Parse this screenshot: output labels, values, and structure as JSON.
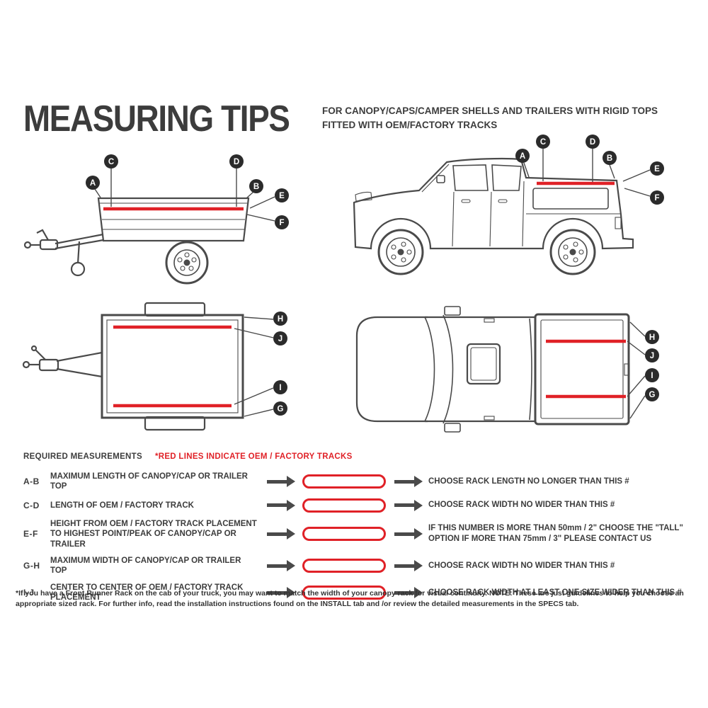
{
  "colors": {
    "red": "#e02127",
    "ink": "#3c3c3c",
    "line": "#4a4a4a"
  },
  "header": {
    "title": "MEASURING TIPS",
    "subtitle_line1": "FOR CANOPY/CAPS/CAMPER SHELLS AND TRAILERS WITH RIGID TOPS",
    "subtitle_line2": "FITTED WITH OEM/FACTORY TRACKS"
  },
  "diagram_labels": {
    "side": {
      "A": "A",
      "B": "B",
      "C": "C",
      "D": "D",
      "E": "E",
      "F": "F"
    },
    "top": {
      "G": "G",
      "H": "H",
      "I": "I",
      "J": "J"
    }
  },
  "legend": {
    "required": "REQUIRED MEASUREMENTS",
    "red_note": "*RED LINES INDICATE OEM / FACTORY TRACKS"
  },
  "measurements": [
    {
      "key": "A-B",
      "label": "MAXIMUM LENGTH OF CANOPY/CAP OR TRAILER TOP",
      "result": "CHOOSE RACK LENGTH NO LONGER THAN THIS #"
    },
    {
      "key": "C-D",
      "label": "LENGTH OF OEM / FACTORY TRACK",
      "result": "CHOOSE RACK WIDTH NO WIDER THAN THIS #"
    },
    {
      "key": "E-F",
      "label": "HEIGHT FROM OEM / FACTORY TRACK PLACEMENT TO HIGHEST POINT/PEAK OF CANOPY/CAP OR TRAILER",
      "result": "IF THIS NUMBER IS MORE THAN 50mm / 2\" CHOOSE THE \"TALL\" OPTION IF MORE THAN 75mm / 3\" PLEASE CONTACT US"
    },
    {
      "key": "G-H",
      "label": "MAXIMUM WIDTH OF CANOPY/CAP OR TRAILER TOP",
      "result": "CHOOSE RACK WIDTH NO WIDER THAN THIS #"
    },
    {
      "key": "I-J",
      "label": "CENTER TO CENTER OF OEM / FACTORY TRACK PLACEMENT",
      "result": "CHOOSE RACK WIDTH AT LEAST ONE SIZE WIDER THAN THIS #"
    }
  ],
  "footnote": "*If you have a Front Runner Rack on the cab of your truck, you may want to match the width of your canopy rack for visual continuity. NOTE: These are just guidelines to help you choose an appropriate sized rack. For further info, read the installation instructions found on the INSTALL tab and /or review the detailed measurements in the SPECS tab."
}
